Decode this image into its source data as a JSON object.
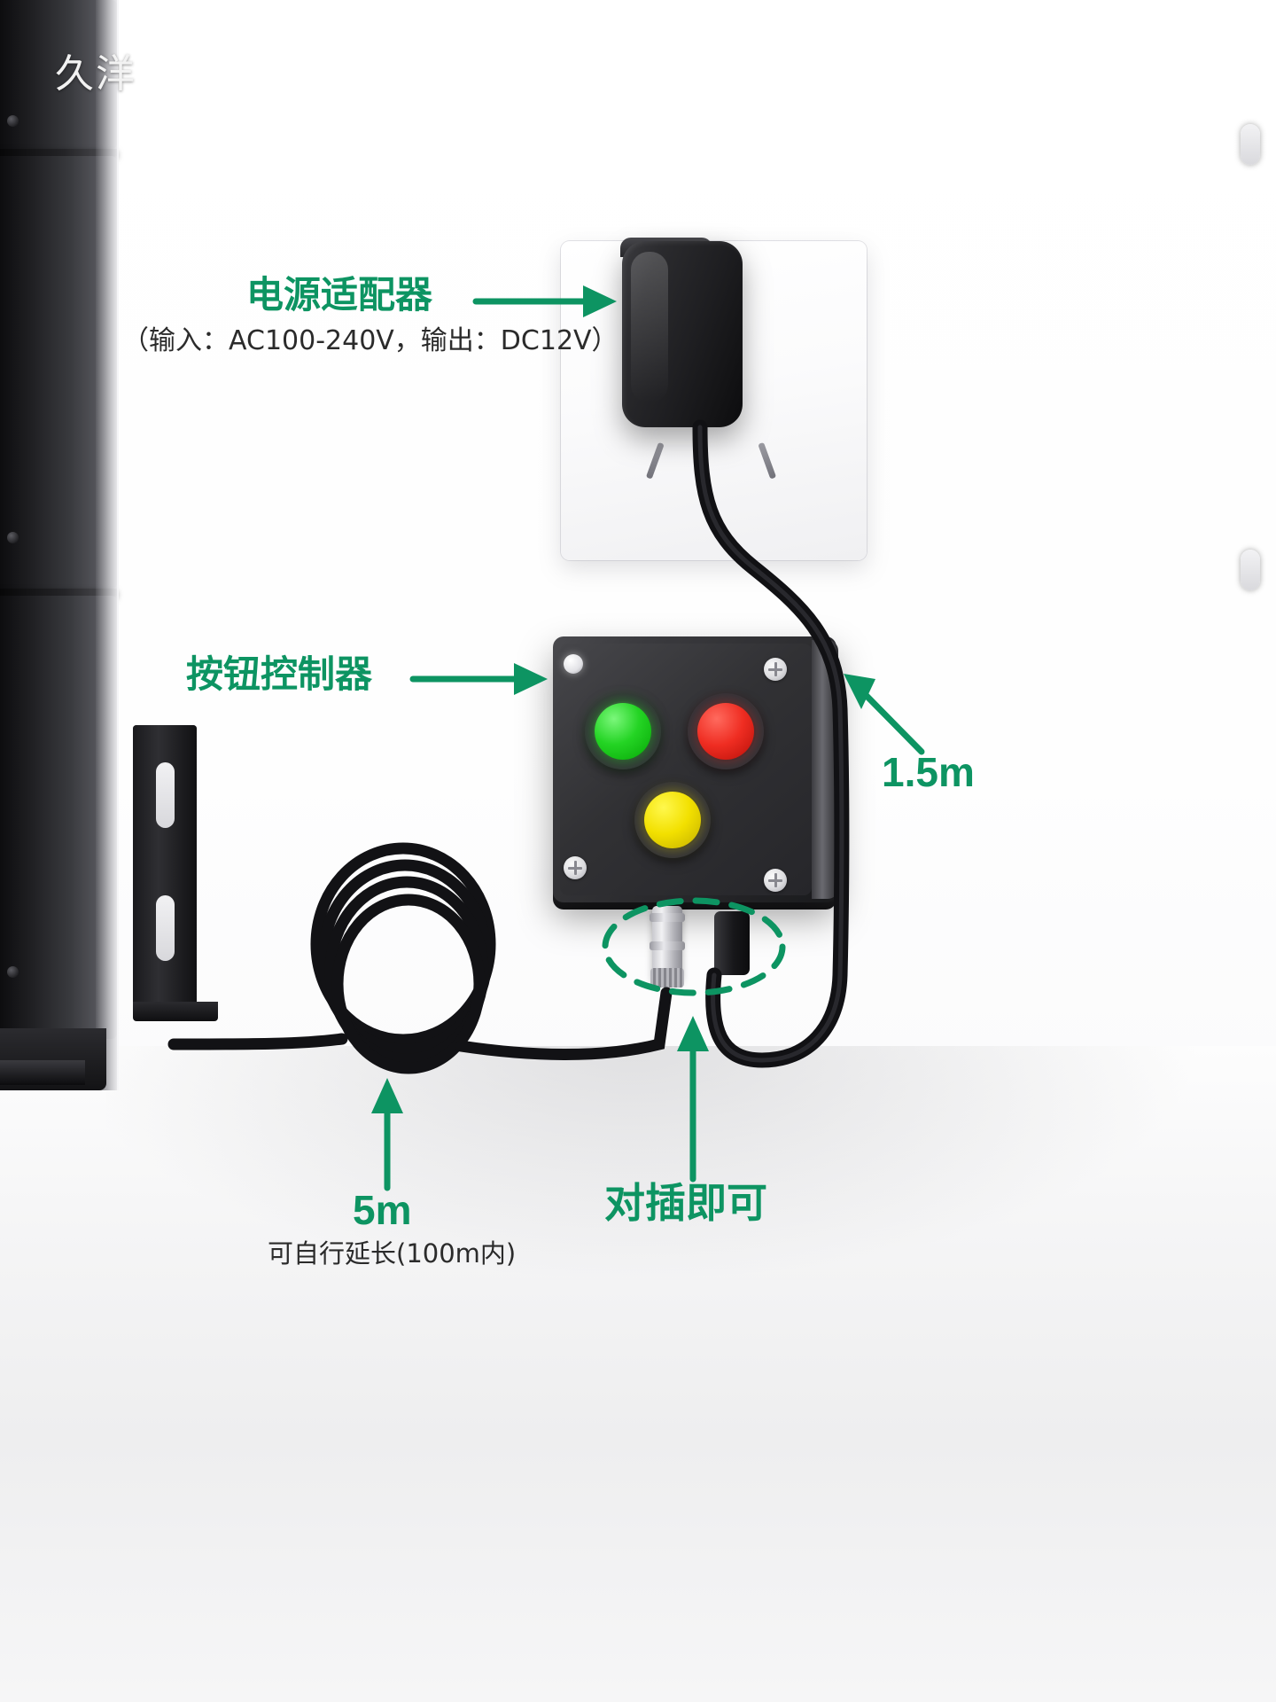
{
  "image": {
    "kind": "product-wiring-diagram",
    "watermark": "久洋",
    "accent_color": "#0d9462",
    "text_color": "#2b2b2b",
    "background_color": "#ffffff"
  },
  "annotations": [
    {
      "id": "power-adapter",
      "label": "电源适配器",
      "sublabel": "（输入：AC100-240V，输出：DC12V）",
      "marker": "arrow-right",
      "points_to": "power-adapter-body"
    },
    {
      "id": "button-controller",
      "label": "按钮控制器",
      "sublabel": "",
      "marker": "arrow-right",
      "points_to": "control-box"
    },
    {
      "id": "adapter-cable-length",
      "label": "1.5m",
      "sublabel": "",
      "marker": "arrow-up-left",
      "points_to": "adapter-cable"
    },
    {
      "id": "sensor-cable-length",
      "label": "5m",
      "sublabel": "可自行延长(100m内)",
      "marker": "arrow-up",
      "points_to": "coiled-cable"
    },
    {
      "id": "connector-hint",
      "label": "对插即可",
      "sublabel": "",
      "marker": "arrow-up",
      "points_to": "cable-connector"
    }
  ],
  "hardware": {
    "buttons": [
      {
        "name": "start-button",
        "color": "#24d424",
        "color_name": "green"
      },
      {
        "name": "stop-button",
        "color": "#ef2d22",
        "color_name": "red"
      },
      {
        "name": "emergency-button",
        "color": "#f2e000",
        "color_name": "yellow"
      }
    ],
    "indicator_led": {
      "name": "status-led",
      "color": "#ffffff"
    },
    "control_box_screws": 4,
    "wall_socket": {
      "name": "wall-socket",
      "color": "#ffffff"
    }
  },
  "callout_circle": {
    "name": "connector-highlight",
    "style": "dashed-ellipse",
    "color": "#0d9462"
  }
}
